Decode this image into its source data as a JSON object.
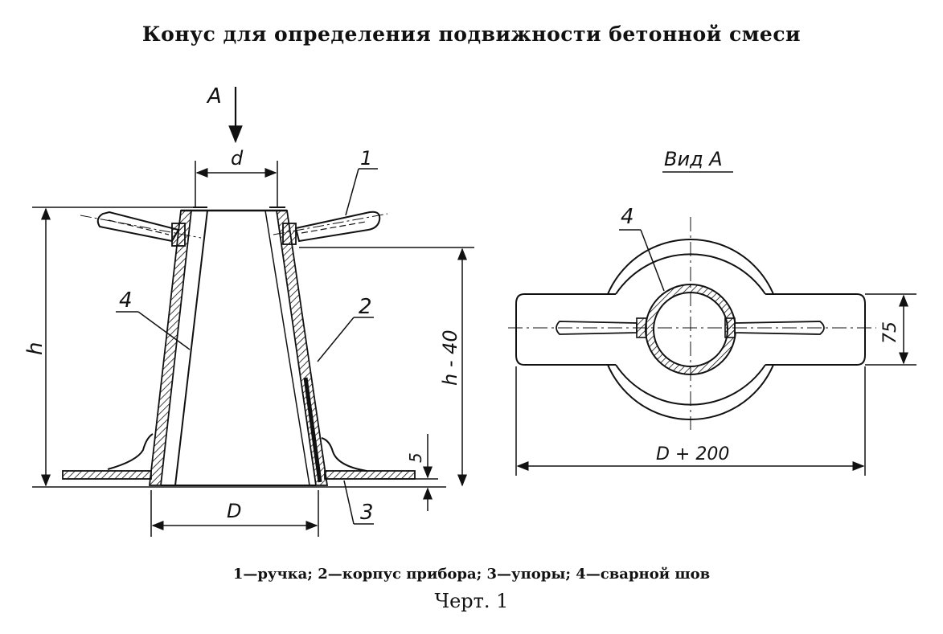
{
  "title": "Конус для определения подвижности бетонной смеси",
  "labels": {
    "view_arrow": "A",
    "d": "d",
    "h": "h",
    "h_minus_40": "h - 40",
    "dim_5": "5",
    "D": "D",
    "callout_1": "1",
    "callout_2": "2",
    "callout_3": "3",
    "callout_4_left": "4",
    "view_a": "Вид А",
    "callout_4_right": "4",
    "dim_75": "75",
    "D_plus_200": "D + 200"
  },
  "legend": "1—ручка; 2—корпус прибора; 3—упоры; 4—сварной шов",
  "caption": "Черт. 1"
}
